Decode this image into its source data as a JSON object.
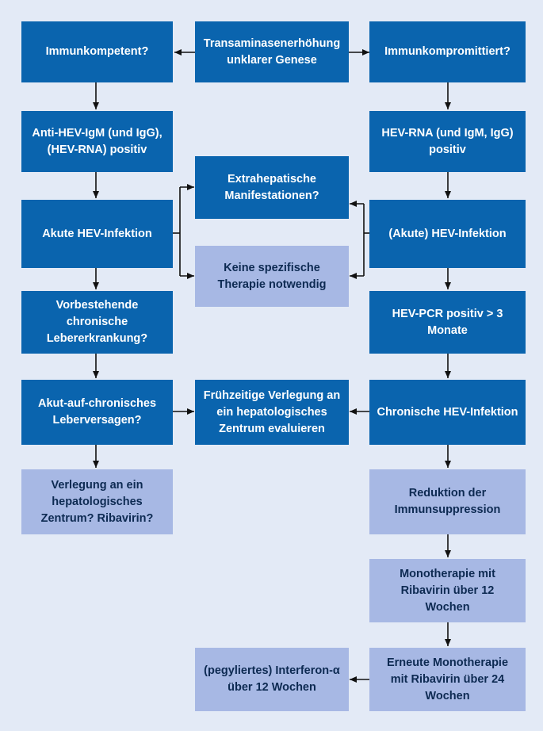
{
  "colors": {
    "background": "#e3eaf6",
    "dark_box": "#0a64ae",
    "light_box": "#a7b8e4",
    "arrow": "#111111"
  },
  "nodes": {
    "start": "Transaminasenerhöhung\nunklarer Genese",
    "immunocompetent": "Immunkompetent?",
    "immunocompromised": "Immunkompromittiert?",
    "anti_hev": "Anti-HEV-IgM (und IgG),\n(HEV-RNA) positiv",
    "hev_rna": "HEV-RNA (und IgM, IgG)\npositiv",
    "extrahepatic": "Extrahepatische\nManifestationen?",
    "acute_left": "Akute HEV-Infektion",
    "acute_right": "(Akute) HEV-Infektion",
    "no_therapy": "Keine spezifische\nTherapie notwendig",
    "preexisting": "Vorbestehende\nchronische\nLebererkrankung?",
    "pcr_positive": "HEV-PCR positiv > 3\nMonate",
    "aclf": "Akut-auf-chronisches\nLeberversagen?",
    "early_transfer": "Frühzeitige Verlegung an\nein hepatologisches\nZentrum evaluieren",
    "chronic": "Chronische HEV-Infektion",
    "transfer_ribavirin": "Verlegung an ein\nhepatologisches\nZentrum? Ribavirin?",
    "reduction": "Reduktion der\nImmunsuppression",
    "mono12": "Monotherapie mit\nRibavirin über 12\nWochen",
    "interferon": "(pegyliertes) Interferon-α\nüber 12 Wochen",
    "mono24": "Erneute Monotherapie\nmit Ribavirin über 24\nWochen"
  }
}
